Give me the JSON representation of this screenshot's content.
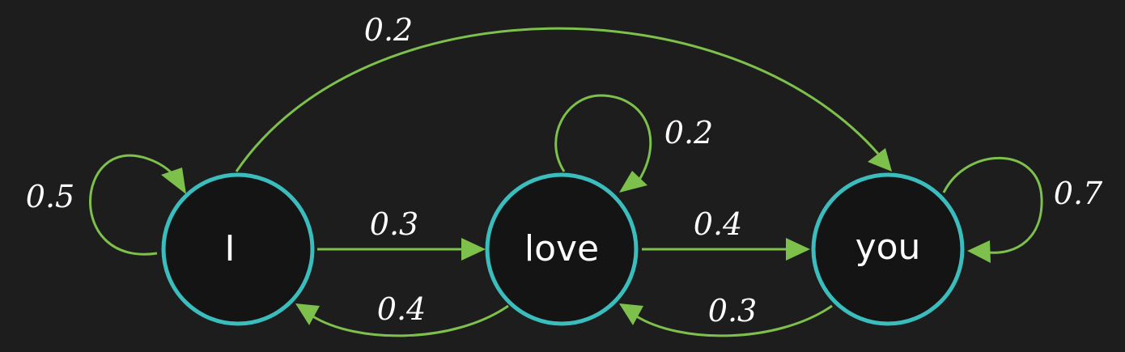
{
  "colors": {
    "background": "#1d1d1d",
    "node_fill": "#141414",
    "node_stroke": "#3bbdbd",
    "edge": "#7dc04b",
    "text": "#ffffff"
  },
  "nodes": [
    {
      "id": "I",
      "label": "I"
    },
    {
      "id": "love",
      "label": "love"
    },
    {
      "id": "you",
      "label": "you"
    }
  ],
  "edges": [
    {
      "from": "I",
      "to": "I",
      "label": "0.5"
    },
    {
      "from": "I",
      "to": "love",
      "label": "0.3"
    },
    {
      "from": "I",
      "to": "you",
      "label": "0.2"
    },
    {
      "from": "love",
      "to": "love",
      "label": "0.2"
    },
    {
      "from": "love",
      "to": "you",
      "label": "0.4"
    },
    {
      "from": "love",
      "to": "I",
      "label": "0.4"
    },
    {
      "from": "you",
      "to": "you",
      "label": "0.7"
    },
    {
      "from": "you",
      "to": "love",
      "label": "0.3"
    }
  ]
}
